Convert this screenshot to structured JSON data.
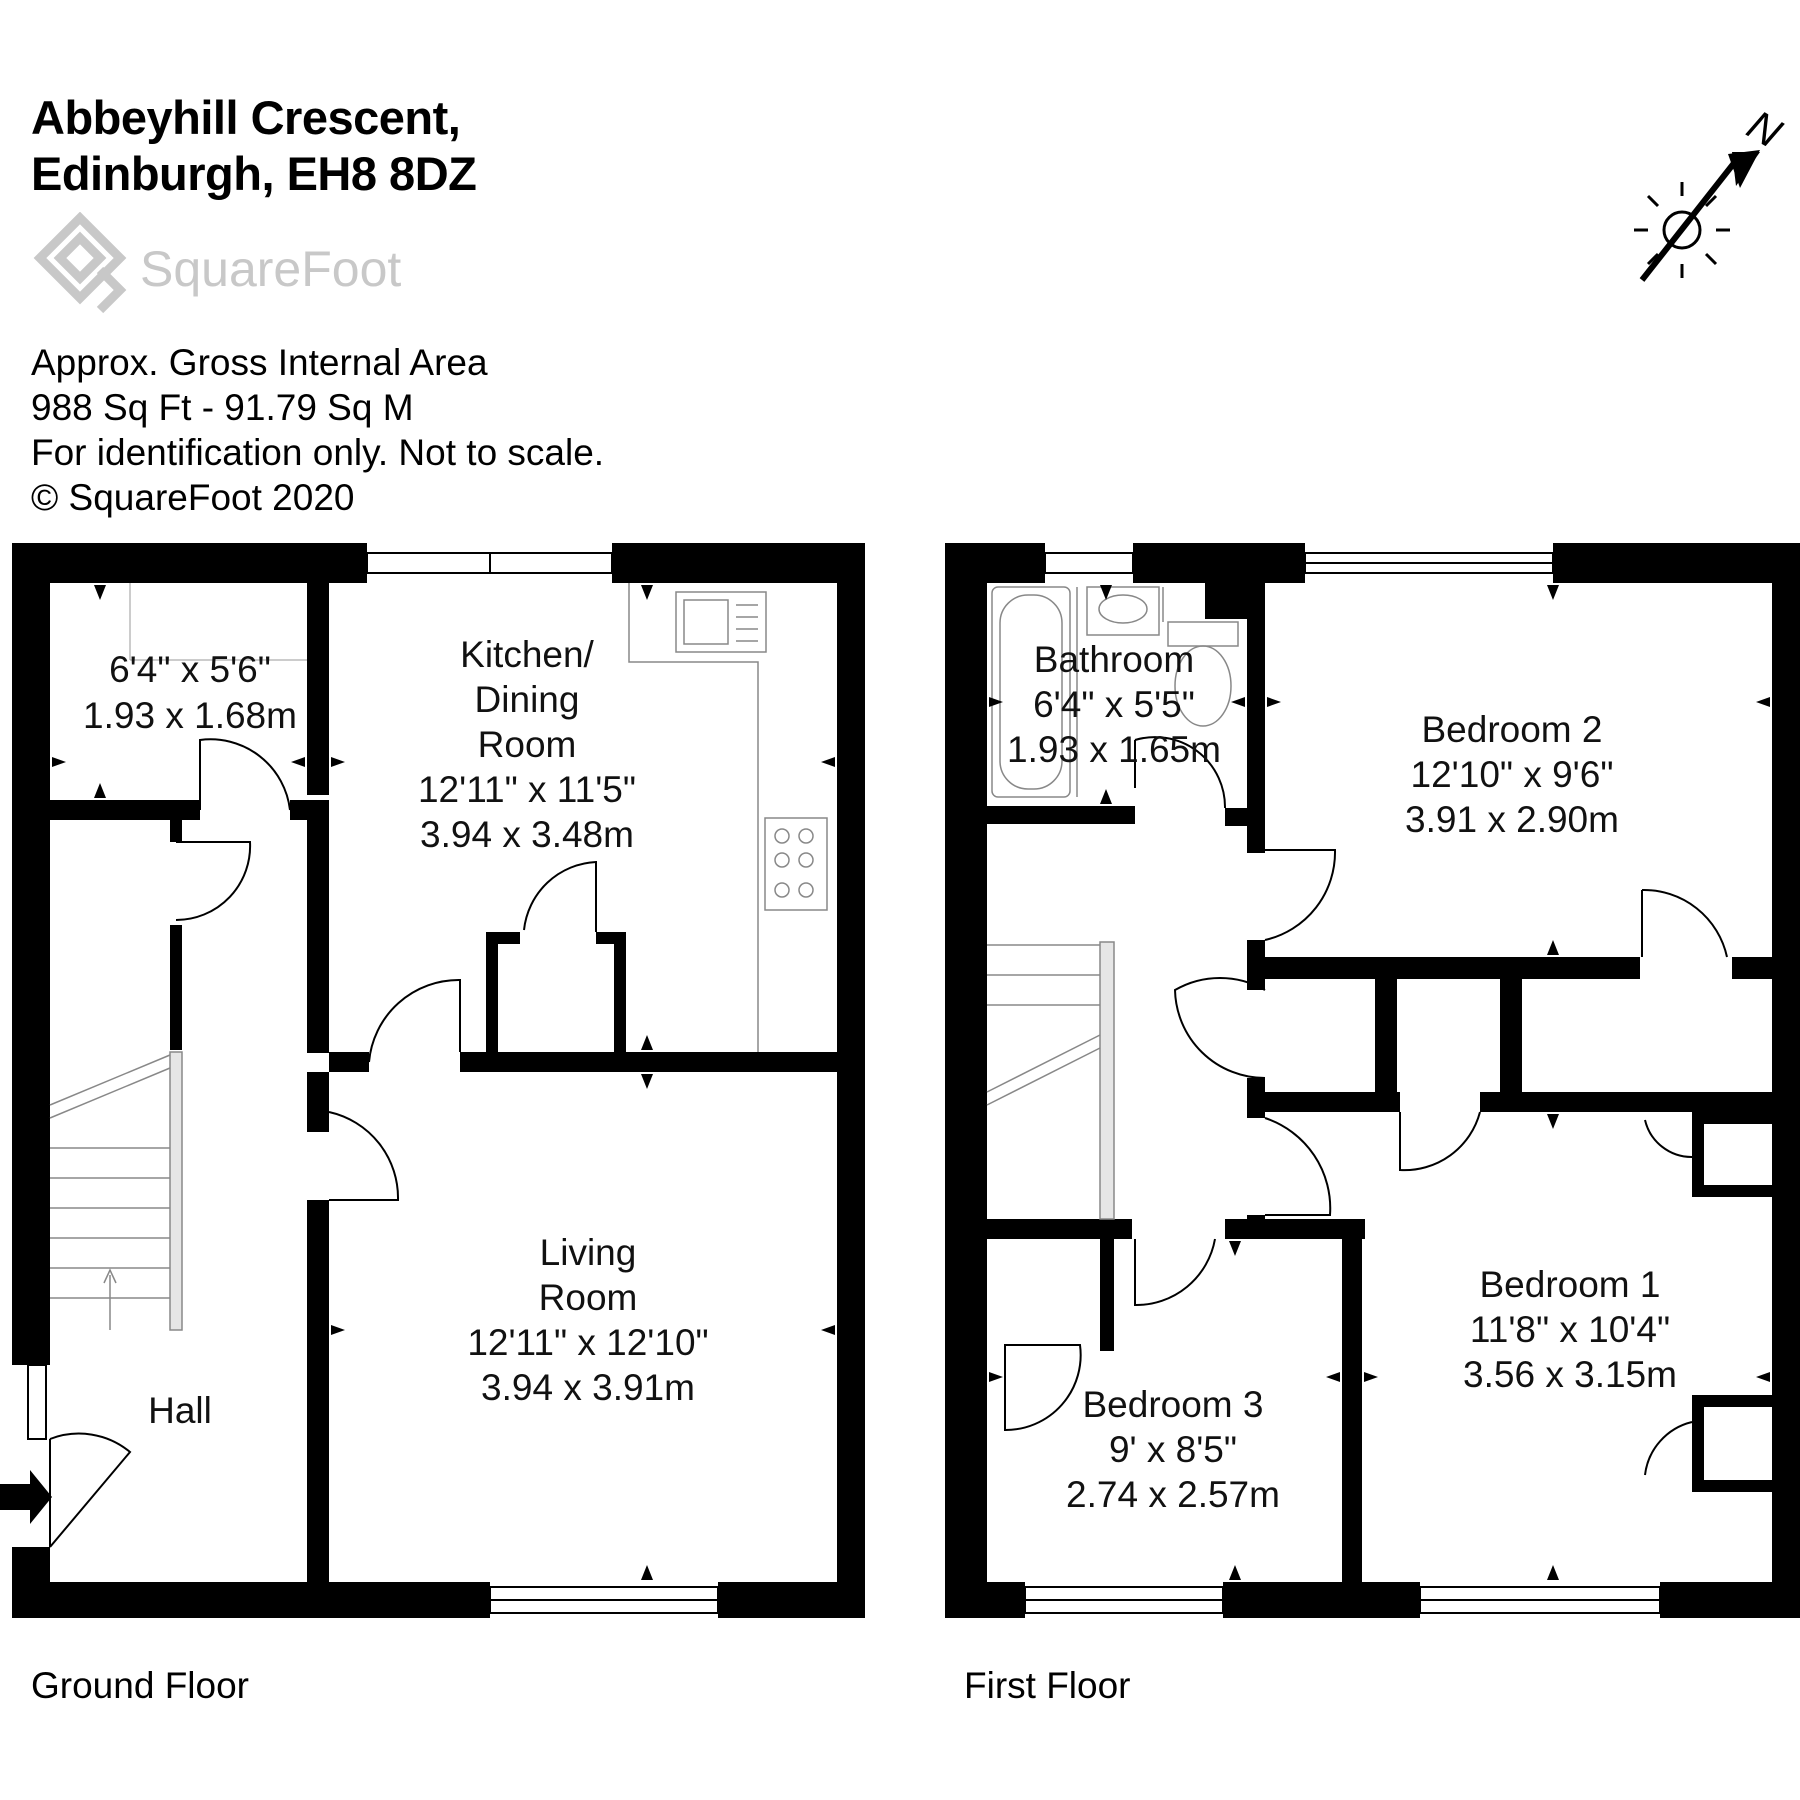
{
  "address": {
    "line1": "Abbeyhill Crescent,",
    "line2": "Edinburgh, EH8 8DZ"
  },
  "logo_text": "SquareFoot",
  "area_info": {
    "line1": "Approx. Gross Internal Area",
    "line2": "988 Sq Ft  -  91.79 Sq M",
    "line3": "For identification only. Not to scale.",
    "line4": "© SquareFoot 2020"
  },
  "compass": {
    "letter": "N"
  },
  "floors": {
    "ground": {
      "label": "Ground Floor",
      "rooms": {
        "store": {
          "lines": [
            "6'4\" x 5'6\"",
            "1.93 x 1.68m"
          ]
        },
        "kitchen": {
          "lines": [
            "Kitchen/",
            "Dining",
            "Room",
            "12'11\" x 11'5\"",
            "3.94 x 3.48m"
          ]
        },
        "living": {
          "lines": [
            "Living",
            "Room",
            "12'11\" x 12'10\"",
            "3.94 x 3.91m"
          ]
        },
        "hall": {
          "lines": [
            "Hall"
          ]
        }
      }
    },
    "first": {
      "label": "First Floor",
      "rooms": {
        "bathroom": {
          "lines": [
            "Bathroom",
            "6'4\" x 5'5\"",
            "1.93 x 1.65m"
          ]
        },
        "bedroom2": {
          "lines": [
            "Bedroom 2",
            "12'10\" x 9'6\"",
            "3.91 x 2.90m"
          ]
        },
        "bedroom1": {
          "lines": [
            "Bedroom 1",
            "11'8\" x 10'4\"",
            "3.56 x 3.15m"
          ]
        },
        "bedroom3": {
          "lines": [
            "Bedroom 3",
            "9' x 8'5\"",
            "2.74 x 2.57m"
          ]
        }
      }
    }
  },
  "colors": {
    "wall": "#000000",
    "fixture_line": "#888888",
    "logo": "#c8c8c8"
  }
}
